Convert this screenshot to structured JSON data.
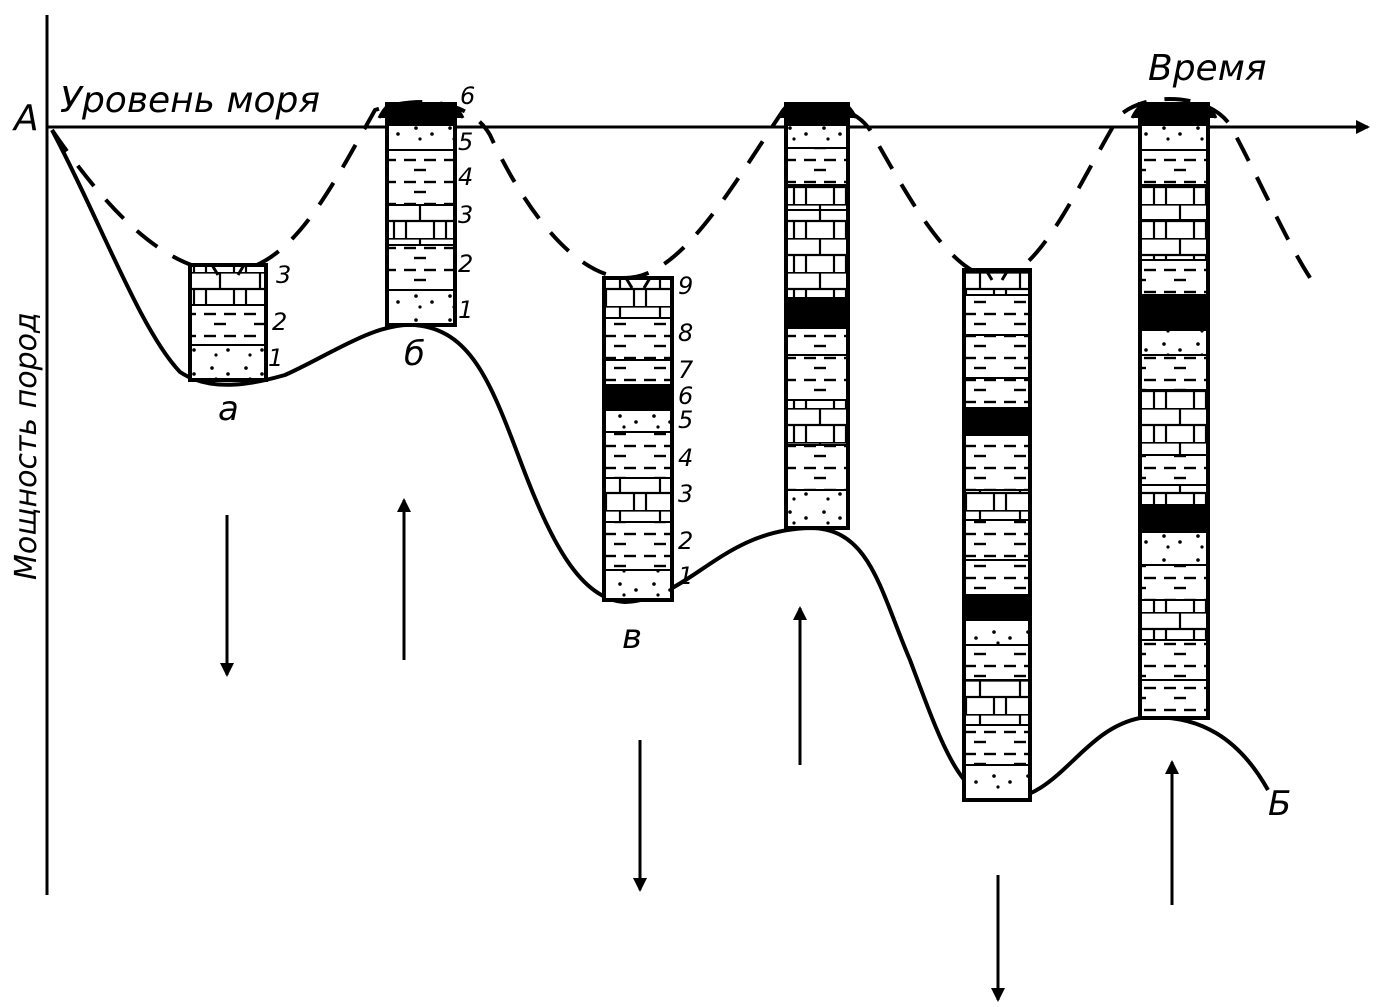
{
  "axes": {
    "origin_label": "А",
    "sea_level_label": "Уровень моря",
    "time_label": "Время",
    "thickness_label": "Мощность пород"
  },
  "points": {
    "a": "а",
    "b": "б",
    "v": "в",
    "end": "Б"
  },
  "columns": [
    {
      "id": "col1",
      "labels": [
        "1",
        "2",
        "3"
      ]
    },
    {
      "id": "col2",
      "labels": [
        "1",
        "2",
        "3",
        "4",
        "5",
        "6"
      ]
    },
    {
      "id": "col3",
      "labels": [
        "1",
        "2",
        "3",
        "4",
        "5",
        "6",
        "7",
        "8",
        "9"
      ]
    },
    {
      "id": "col4",
      "labels": []
    },
    {
      "id": "col5",
      "labels": []
    },
    {
      "id": "col6",
      "labels": []
    }
  ],
  "arrows": [
    {
      "id": "arrow-1",
      "direction": "down"
    },
    {
      "id": "arrow-2",
      "direction": "up"
    },
    {
      "id": "arrow-3",
      "direction": "down"
    },
    {
      "id": "arrow-4",
      "direction": "up"
    },
    {
      "id": "arrow-5",
      "direction": "down"
    },
    {
      "id": "arrow-6",
      "direction": "up"
    }
  ]
}
